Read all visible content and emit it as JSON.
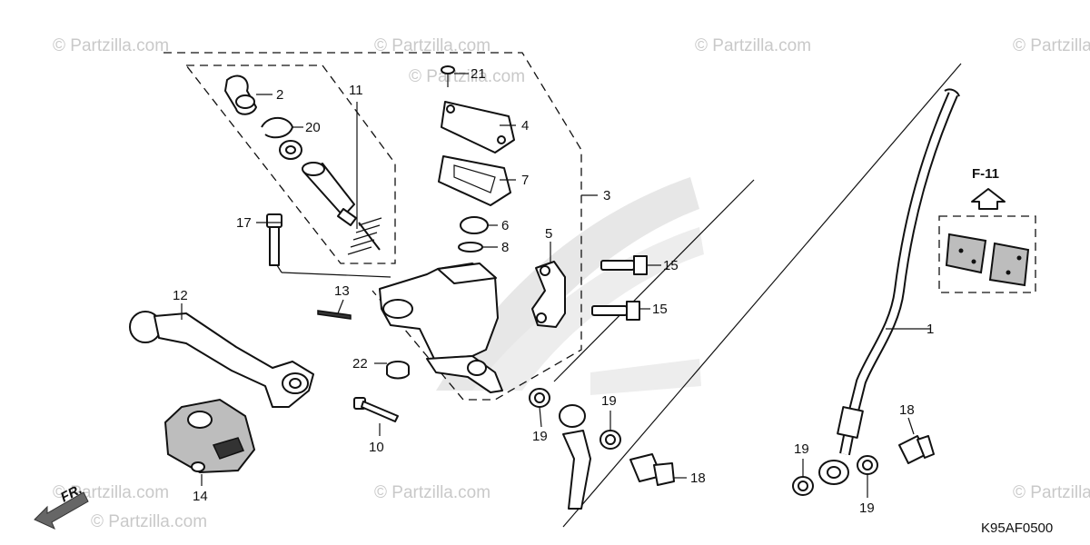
{
  "watermarks": [
    "© Partzilla.com",
    "© Partzilla.com",
    "© Partzilla.com",
    "© Partzilla.com",
    "© Partzilla.com",
    "© Partzilla.com",
    "© Partzilla.com",
    "© Partzilla.com",
    "© Partzilla.com"
  ],
  "ref_box": {
    "label": "F-11"
  },
  "direction_label": "FR.",
  "diagram_code": "K95AF0500",
  "callouts": {
    "c1": "1",
    "c2": "2",
    "c3": "3",
    "c4": "4",
    "c5": "5",
    "c6": "6",
    "c7": "7",
    "c8": "8",
    "c10": "10",
    "c11": "11",
    "c12": "12",
    "c13": "13",
    "c14": "14",
    "c15a": "15",
    "c15b": "15",
    "c17": "17",
    "c18a": "18",
    "c18b": "18",
    "c19a": "19",
    "c19b": "19",
    "c19c": "19",
    "c19d": "19",
    "c20": "20",
    "c21": "21",
    "c22": "22"
  },
  "colors": {
    "line": "#111111",
    "watermark": "#c9c9c9",
    "fill_gray": "#bdbdbd"
  }
}
